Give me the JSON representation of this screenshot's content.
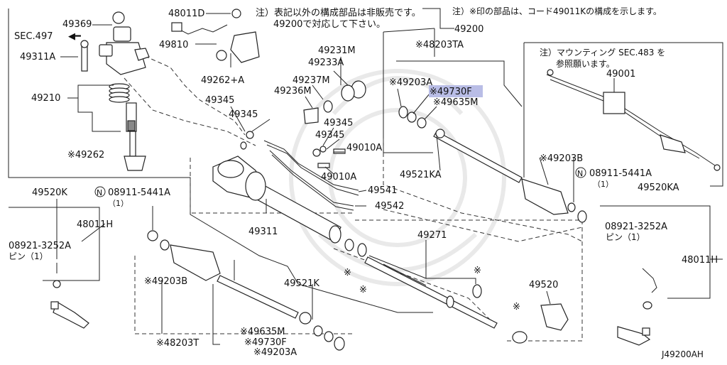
{
  "header": {
    "note_top_center_line1": "注）表記以外の構成部品は非販売です。",
    "note_top_center_line2": "49200で対応して下さい。",
    "note_top_right": "注）※印の部品は、コード49011Kの構成を示します。",
    "note_mounting_line1": "注）マウンティング SEC.483 を",
    "note_mounting_line2": "参照願います。",
    "figure_id": "J49200AH"
  },
  "labels": {
    "p49369": "49369",
    "sec497": "SEC.497",
    "p49311A": "49311A",
    "p49210": "49210",
    "p49262s": "※49262",
    "p48011D": "48011D",
    "p49810": "49810",
    "p49262A": "49262+A",
    "p49231M": "49231M",
    "p49233A": "49233A",
    "p49237M": "49237M",
    "p49236M": "49236M",
    "p49345a": "49345",
    "p49345b": "49345",
    "p49345c": "49345",
    "p49345d": "49345",
    "p49010Aa": "49010A",
    "p49010Ab": "49010A",
    "p49200": "49200",
    "p48203TA": "※48203TA",
    "p49203Aa": "※49203A",
    "p49730Fa": "※49730F",
    "p49635Ma": "※49635M",
    "p49521KA": "49521KA",
    "p49203Ba": "※49203B",
    "p08911r": "08911-5441A",
    "p08911r_qty": "（1）",
    "p49001": "49001",
    "p49520KA": "49520KA",
    "p08921r": "08921-3252A",
    "pinr": "ピン（1）",
    "p48011Hr": "48011H",
    "p49541": "49541",
    "p49542": "49542",
    "p49311": "49311",
    "p49271": "49271",
    "p49520": "49520",
    "p49520K": "49520K",
    "p48011Hl": "48011H",
    "p08921l": "08921-3252A",
    "pinl": "ピン（1）",
    "p08911l": "08911-5441A",
    "p08911l_qty": "（1）",
    "p49203Bb": "※49203B",
    "p49521K": "49521K",
    "p48203T": "※48203T",
    "p49635Mb": "※49635M",
    "p49730Fb": "※49730F",
    "p49203Ab": "※49203A",
    "mark": "※",
    "circle_n": "N"
  },
  "colors": {
    "highlight": "#b9bde6",
    "line": "#222222"
  }
}
